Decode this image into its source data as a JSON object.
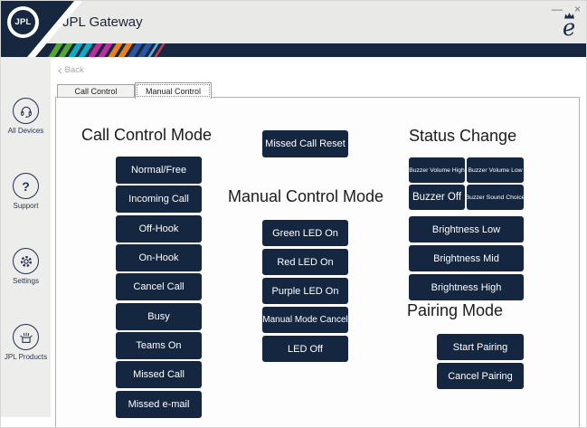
{
  "window": {
    "title": "JPL Gateway",
    "controls": {
      "minimize": "—",
      "close": "×"
    }
  },
  "brand": {
    "logo_text": "JPL",
    "award_letter": "e"
  },
  "header": {
    "stripes": [
      {
        "color": "#54a733",
        "w": 7
      },
      {
        "color": "#54a733",
        "w": 7
      },
      {
        "color": "#0caec6",
        "w": 7
      },
      {
        "color": "#0caec6",
        "w": 7
      },
      {
        "color": "#ba2f9b",
        "w": 7
      },
      {
        "color": "#ba2f9b",
        "w": 7
      },
      {
        "color": "#e8811d",
        "w": 7
      },
      {
        "color": "#e8811d",
        "w": 7
      },
      {
        "color": "#2a55a3",
        "w": 7
      },
      {
        "color": "#2a55a3",
        "w": 7
      },
      {
        "color": "#5aabdc",
        "w": 3
      },
      {
        "color": "#c23a55",
        "w": 3
      }
    ]
  },
  "sidebar": {
    "items": [
      {
        "label": "All Devices",
        "icon": "headset-icon"
      },
      {
        "label": "Support",
        "icon": "question-icon"
      },
      {
        "label": "Settings",
        "icon": "gear-icon"
      },
      {
        "label": "JPL Products",
        "icon": "products-box-icon"
      }
    ]
  },
  "nav": {
    "back_label": "Back"
  },
  "tabs": [
    {
      "label": "Call Control",
      "active": false
    },
    {
      "label": "Manual Control",
      "active": true
    }
  ],
  "panels": {
    "call_control_mode": {
      "heading": "Call Control Mode",
      "buttons": [
        "Normal/Free",
        "Incoming Call",
        "Off-Hook",
        "On-Hook",
        "Cancel Call",
        "Busy",
        "Teams On",
        "Missed Call",
        "Missed e-mail"
      ]
    },
    "missed_call_reset_label": "Missed Call Reset",
    "manual_control_mode": {
      "heading": "Manual Control Mode",
      "buttons": [
        "Green LED On",
        "Red LED On",
        "Purple LED On",
        "Manual Mode Cancel",
        "LED Off"
      ]
    },
    "status_change": {
      "heading": "Status Change",
      "buzzer_buttons": [
        "Buzzer Volume High",
        "Buzzer Volume Low",
        "Buzzer Off",
        "Buzzer Sound Choice"
      ],
      "brightness_buttons": [
        "Brightness Low",
        "Brightness Mid",
        "Brightness High"
      ]
    },
    "pairing_mode": {
      "heading": "Pairing Mode",
      "buttons": [
        "Start Pairing",
        "Cancel Pairing"
      ]
    }
  },
  "colors": {
    "navy_header": "#17273f",
    "navy_button": "#152740",
    "titlebar_gray": "#e9e9e7",
    "sidebar_gray": "#ededeb"
  }
}
